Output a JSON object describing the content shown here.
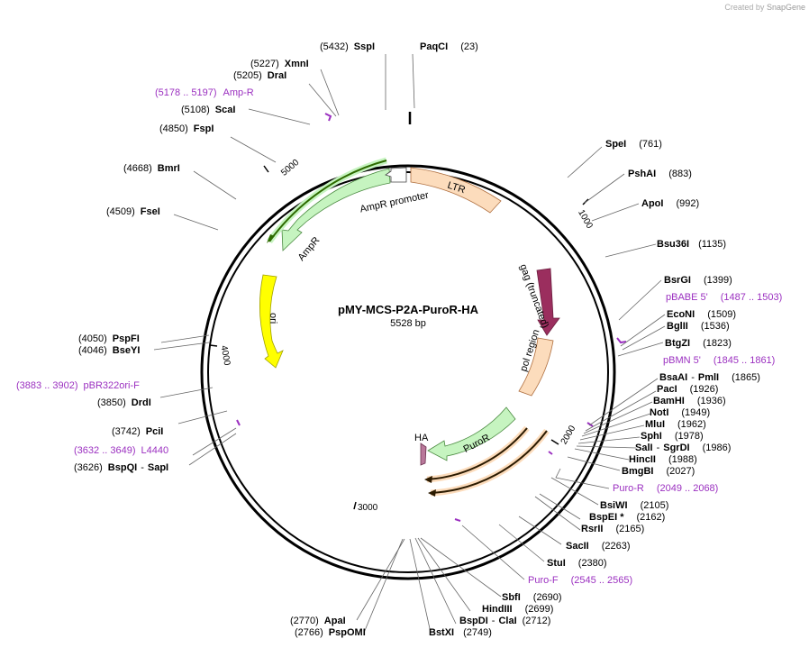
{
  "credit": {
    "prefix": "Created by",
    "brand": "SnapGene"
  },
  "plasmid": {
    "name": "pMY-MCS-P2A-PuroR-HA",
    "length": "5528 bp"
  },
  "ticks": [
    "1000",
    "2000",
    "3000",
    "4000",
    "5000"
  ],
  "features": {
    "ltr": "LTR",
    "gag": "gag (truncated)",
    "pol": "pol region",
    "puror": "PuroR",
    "ha": "HA",
    "ori": "ori",
    "ampr": "AmpR",
    "ampr_promoter": "AmpR promoter"
  },
  "sites": [
    {
      "name": "SspI",
      "pos": "(5432)"
    },
    {
      "name": "PaqCI",
      "pos": "(23)"
    },
    {
      "name": "XmnI",
      "pos": "(5227)"
    },
    {
      "name": "DraI",
      "pos": "(5205)"
    },
    {
      "name": "Amp-R",
      "pos": "(5178 .. 5197)",
      "primer": true
    },
    {
      "name": "ScaI",
      "pos": "(5108)"
    },
    {
      "name": "FspI",
      "pos": "(4850)"
    },
    {
      "name": "BmrI",
      "pos": "(4668)"
    },
    {
      "name": "FseI",
      "pos": "(4509)"
    },
    {
      "name": "PspFI",
      "pos": "(4050)"
    },
    {
      "name": "BseYI",
      "pos": "(4046)"
    },
    {
      "name": "pBR322ori-F",
      "pos": "(3883 .. 3902)",
      "primer": true
    },
    {
      "name": "DrdI",
      "pos": "(3850)"
    },
    {
      "name": "PciI",
      "pos": "(3742)"
    },
    {
      "name": "L4440",
      "pos": "(3632 .. 3649)",
      "primer": true
    },
    {
      "name": "BspQI",
      "name2": "SapI",
      "pos": "(3626)"
    },
    {
      "name": "SpeI",
      "pos": "(761)"
    },
    {
      "name": "PshAI",
      "pos": "(883)"
    },
    {
      "name": "ApoI",
      "pos": "(992)"
    },
    {
      "name": "Bsu36I",
      "pos": "(1135)"
    },
    {
      "name": "BsrGI",
      "pos": "(1399)"
    },
    {
      "name": "pBABE 5'",
      "pos": "(1487 .. 1503)",
      "primer": true
    },
    {
      "name": "EcoNI",
      "pos": "(1509)"
    },
    {
      "name": "BglII",
      "pos": "(1536)"
    },
    {
      "name": "BtgZI",
      "pos": "(1823)"
    },
    {
      "name": "pBMN 5'",
      "pos": "(1845 .. 1861)",
      "primer": true
    },
    {
      "name": "BsaAI",
      "name2": "PmlI",
      "pos": "(1865)"
    },
    {
      "name": "PacI",
      "pos": "(1926)"
    },
    {
      "name": "BamHI",
      "pos": "(1936)"
    },
    {
      "name": "NotI",
      "pos": "(1949)"
    },
    {
      "name": "MluI",
      "pos": "(1962)"
    },
    {
      "name": "SphI",
      "pos": "(1978)"
    },
    {
      "name": "SalI",
      "name2": "SgrDI",
      "pos": "(1986)"
    },
    {
      "name": "HincII",
      "pos": "(1988)"
    },
    {
      "name": "BmgBI",
      "pos": "(2027)"
    },
    {
      "name": "Puro-R",
      "pos": "(2049 .. 2068)",
      "primer": true
    },
    {
      "name": "BsiWI",
      "pos": "(2105)"
    },
    {
      "name": "BspEI *",
      "pos": "(2162)"
    },
    {
      "name": "RsrII",
      "pos": "(2165)"
    },
    {
      "name": "SacII",
      "pos": "(2263)"
    },
    {
      "name": "StuI",
      "pos": "(2380)"
    },
    {
      "name": "Puro-F",
      "pos": "(2545 .. 2565)",
      "primer": true
    },
    {
      "name": "SbfI",
      "pos": "(2690)"
    },
    {
      "name": "HindIII",
      "pos": "(2699)"
    },
    {
      "name": "BspDI",
      "name2": "ClaI",
      "pos": "(2712)"
    },
    {
      "name": "BstXI",
      "pos": "(2749)"
    },
    {
      "name": "ApaI",
      "pos": "(2770)"
    },
    {
      "name": "PspOMI",
      "pos": "(2766)"
    }
  ],
  "colors": {
    "backbone": "#000000",
    "ltr": "#fcdcbc",
    "gag": "#9b2e5e",
    "pol": "#fcdcbc",
    "puror": "#c6f4c0",
    "ha": "#b9789a",
    "ori": "#ffff00",
    "ampr": "#c6f4c0",
    "primer_green": "#2e6b00",
    "primer_orange": "#e8a33a",
    "primer_label": "#9b30c0",
    "leader": "#555555"
  }
}
